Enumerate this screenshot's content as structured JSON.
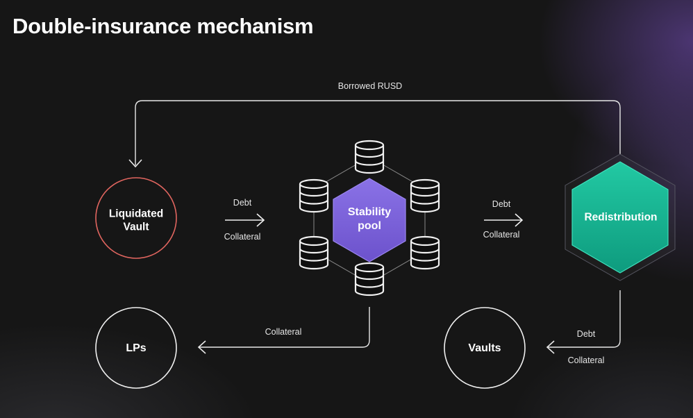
{
  "title": "Double-insurance mechanism",
  "nodes": {
    "liquidated_vault": {
      "line1": "Liquidated",
      "line2": "Vault"
    },
    "stability_pool": {
      "line1": "Stability",
      "line2": "pool"
    },
    "redistribution": {
      "label": "Redistribution"
    },
    "lps": {
      "label": "LPs"
    },
    "vaults": {
      "label": "Vaults"
    }
  },
  "edges": {
    "borrowed_rusd": "Borrowed RUSD",
    "vault_to_pool_debt": "Debt",
    "vault_to_pool_collateral": "Collateral",
    "pool_to_redistribution_debt": "Debt",
    "pool_to_redistribution_collateral": "Collateral",
    "pool_to_lps_collateral": "Collateral",
    "redistribution_to_vaults_debt": "Debt",
    "redistribution_to_vaults_collateral": "Collateral"
  },
  "colors": {
    "liquidated_ring": "#e0655f",
    "stability_pool": "#7c63d9",
    "redistribution": "#19b493",
    "line": "#e8e8e8"
  },
  "icons": [
    "database-icon",
    "arrow-right-icon",
    "arrow-down-icon",
    "arrow-left-icon"
  ]
}
